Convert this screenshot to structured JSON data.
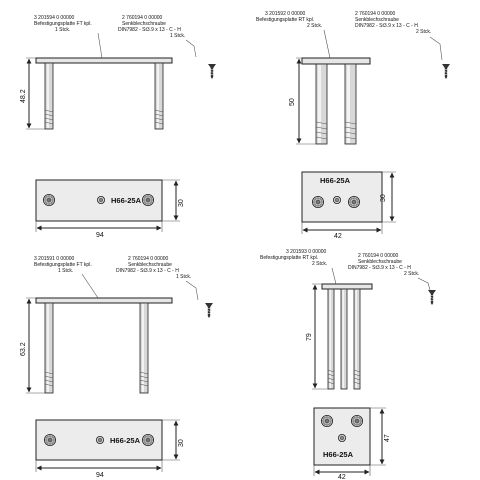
{
  "views": {
    "tl": {
      "callout_plate": [
        "3 201594 0 00000",
        "Befestigungsplatte FT kpl.",
        "1 Stck."
      ],
      "callout_screw": [
        "2 760194 0 00000",
        "Senkblechschraube",
        "DIN7982 - St3.9 x 13 - C - H",
        "1 Stck."
      ],
      "height": "48.2",
      "width": "94",
      "depth": "30",
      "plate_code": "H66-25A"
    },
    "tr": {
      "callout_plate": [
        "3 201592 0 00000",
        "Befestigungsplatte RT kpl.",
        "2 Stck."
      ],
      "callout_screw": [
        "2 760194 0 00000",
        "Senkblechschraube",
        "DIN7982 - St3.9 x 13 - C - H",
        "2 Stck."
      ],
      "height": "50",
      "width": "42",
      "depth": "30",
      "plate_code": "H66-25A"
    },
    "bl": {
      "callout_plate": [
        "3 201591 0 00000",
        "Befestigungsplatte FT kpl.",
        "1 Stck."
      ],
      "callout_screw": [
        "2 760194 0 00000",
        "Senkblechschraube",
        "DIN7982 - St3.9 x 13 - C - H",
        "1 Stck."
      ],
      "height": "63.2",
      "width": "94",
      "depth": "30",
      "plate_code": "H66-25A"
    },
    "br": {
      "callout_plate": [
        "3 201593 0 00000",
        "Befestigungsplatte RT kpl.",
        "2 Stck."
      ],
      "callout_screw": [
        "2 760194 0 00000",
        "Senkblechschraube",
        "DIN7982 - St3.9 x 13 - C - H",
        "2 Stck."
      ],
      "height": "79",
      "width": "42",
      "depth": "47",
      "plate_code": "H66-25A"
    }
  }
}
